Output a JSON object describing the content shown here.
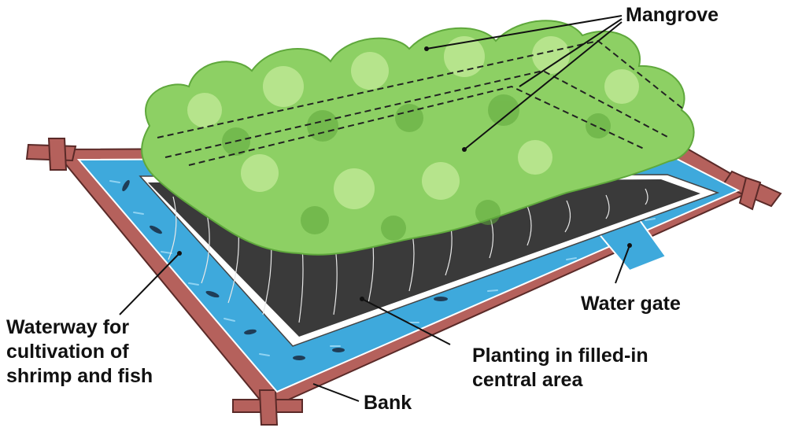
{
  "labels": {
    "mangrove": "Mangrove",
    "water_gate": "Water gate",
    "waterway": [
      "Waterway for",
      "cultivation of",
      "shrimp and fish"
    ],
    "planting": [
      "Planting in filled-in",
      "central area"
    ],
    "bank": "Bank"
  },
  "colors": {
    "bank": "#b5615c",
    "bank_edge": "#5a2a28",
    "water": "#3ea9dc",
    "water_light": "#8fd3f2",
    "canopy": "#8dd064",
    "canopy_dark": "#5fa83c",
    "canopy_light": "#b6e48c",
    "roots": "#2a2a2a",
    "leader": "#111111"
  }
}
